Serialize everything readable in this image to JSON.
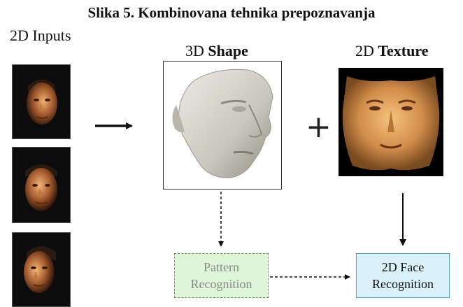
{
  "title": "Slika 5. Kombinovana tehnika prepoznavanja",
  "inputs_label": "2D Inputs",
  "shape_label": {
    "prefix": "3D ",
    "bold": "Shape"
  },
  "texture_label": {
    "prefix": "2D ",
    "bold": "Texture"
  },
  "plus_sign": "+",
  "pattern_box": {
    "line1": "Pattern",
    "line2": "Recognition"
  },
  "face_box": {
    "line1": "2D Face",
    "line2": "Recognition"
  },
  "colors": {
    "pattern_fill": "#dff5d8",
    "pattern_border": "#6a9c5c",
    "face_fill": "#d8f1fb",
    "face_border": "#5aa7c8"
  },
  "icons": [
    "input-face-photo",
    "3d-face-model",
    "unwrapped-face-texture",
    "arrow-right-icon",
    "arrow-down-icon"
  ]
}
